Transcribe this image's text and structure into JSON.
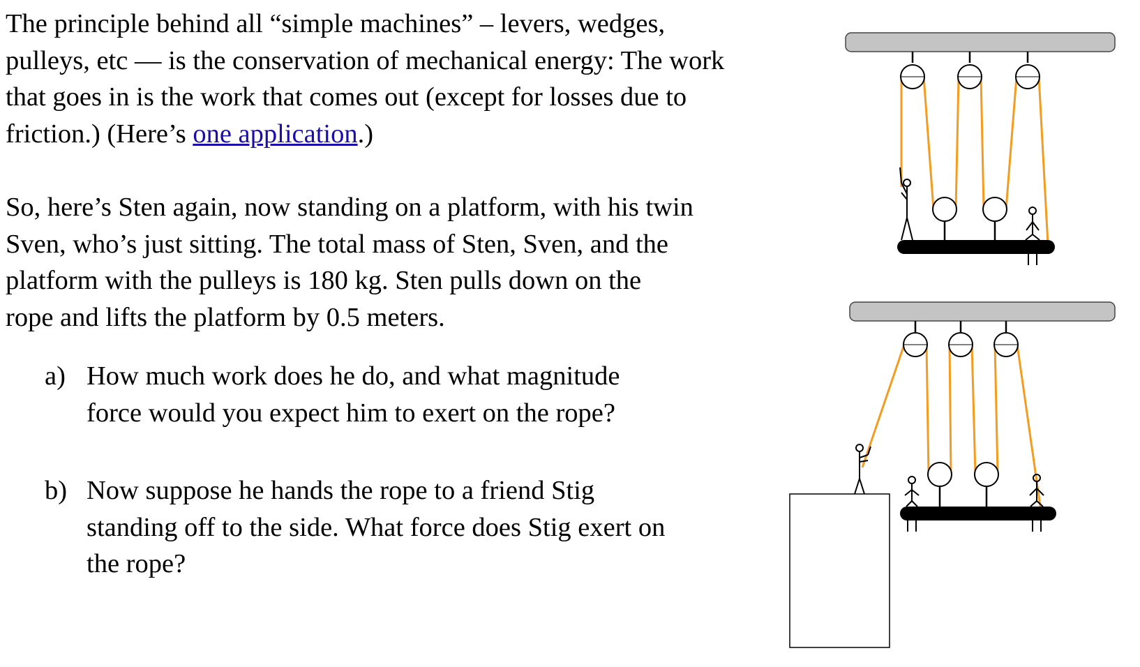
{
  "intro": {
    "lines": [
      "The principle behind all “simple machines” – levers, wedges,",
      "pulleys, etc — is the conservation of mechanical energy:  The work",
      "that goes in is the work that comes out (except for losses due to"
    ],
    "last_line_before_link": "friction.)  (Here’s ",
    "link_text": "one application",
    "last_line_after_link": ".)"
  },
  "scenario": {
    "lines": [
      "So, here’s Sten again, now standing on a platform, with his twin",
      "Sven, who’s just sitting. The total mass of Sten, Sven, and the",
      "platform with the pulleys is 180 kg.  Sten pulls down on the",
      "rope and lifts the platform by 0.5 meters."
    ]
  },
  "questions": [
    {
      "marker": "a)",
      "lines": [
        "How much work does he do, and what magnitude",
        "force would you expect him to exert on the rope?"
      ]
    },
    {
      "marker": "b)",
      "lines": [
        "Now suppose he hands the rope to a friend Stig",
        "standing off to the side. What force does Stig exert on",
        "the rope?"
      ]
    }
  ],
  "colors": {
    "link": "#1a0dab",
    "rope": "#f39c1f",
    "ceiling_fill": "#c4c4c4",
    "platform": "#000000"
  }
}
